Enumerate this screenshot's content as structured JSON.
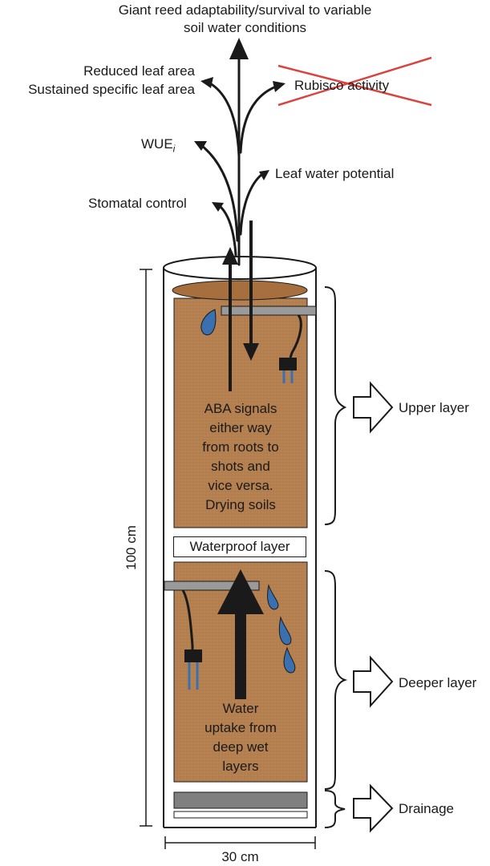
{
  "title": {
    "line1": "Giant reed adaptability/survival to variable",
    "line2": "soil water conditions"
  },
  "responses": {
    "reduced_leaf_area": "Reduced leaf area",
    "sustained_sla": "Sustained specific leaf area",
    "rubisco": "Rubisco activity",
    "wue": "WUE",
    "wue_sub": "i",
    "leaf_water_potential": "Leaf water potential",
    "stomatal_control": "Stomatal control"
  },
  "upper_soil_text": [
    "ABA signals",
    "either way",
    "from roots to",
    "shots and",
    "vice versa.",
    "Drying soils"
  ],
  "waterproof_layer": "Waterproof layer",
  "lower_soil_text": [
    "Water",
    "uptake from",
    "deep wet",
    "layers"
  ],
  "layers": {
    "upper": "Upper layer",
    "deeper": "Deeper layer",
    "drainage": "Drainage"
  },
  "dimensions": {
    "height": "100 cm",
    "width": "30 cm"
  },
  "colors": {
    "soil": "#b5804f",
    "soil_top": "#9a6a3a",
    "drop": "#3a6fb0",
    "probe_bar": "#9a9a9a",
    "drainage": "#7f7f7f",
    "cross": "#d9443f",
    "stroke": "#1a1a1a"
  }
}
